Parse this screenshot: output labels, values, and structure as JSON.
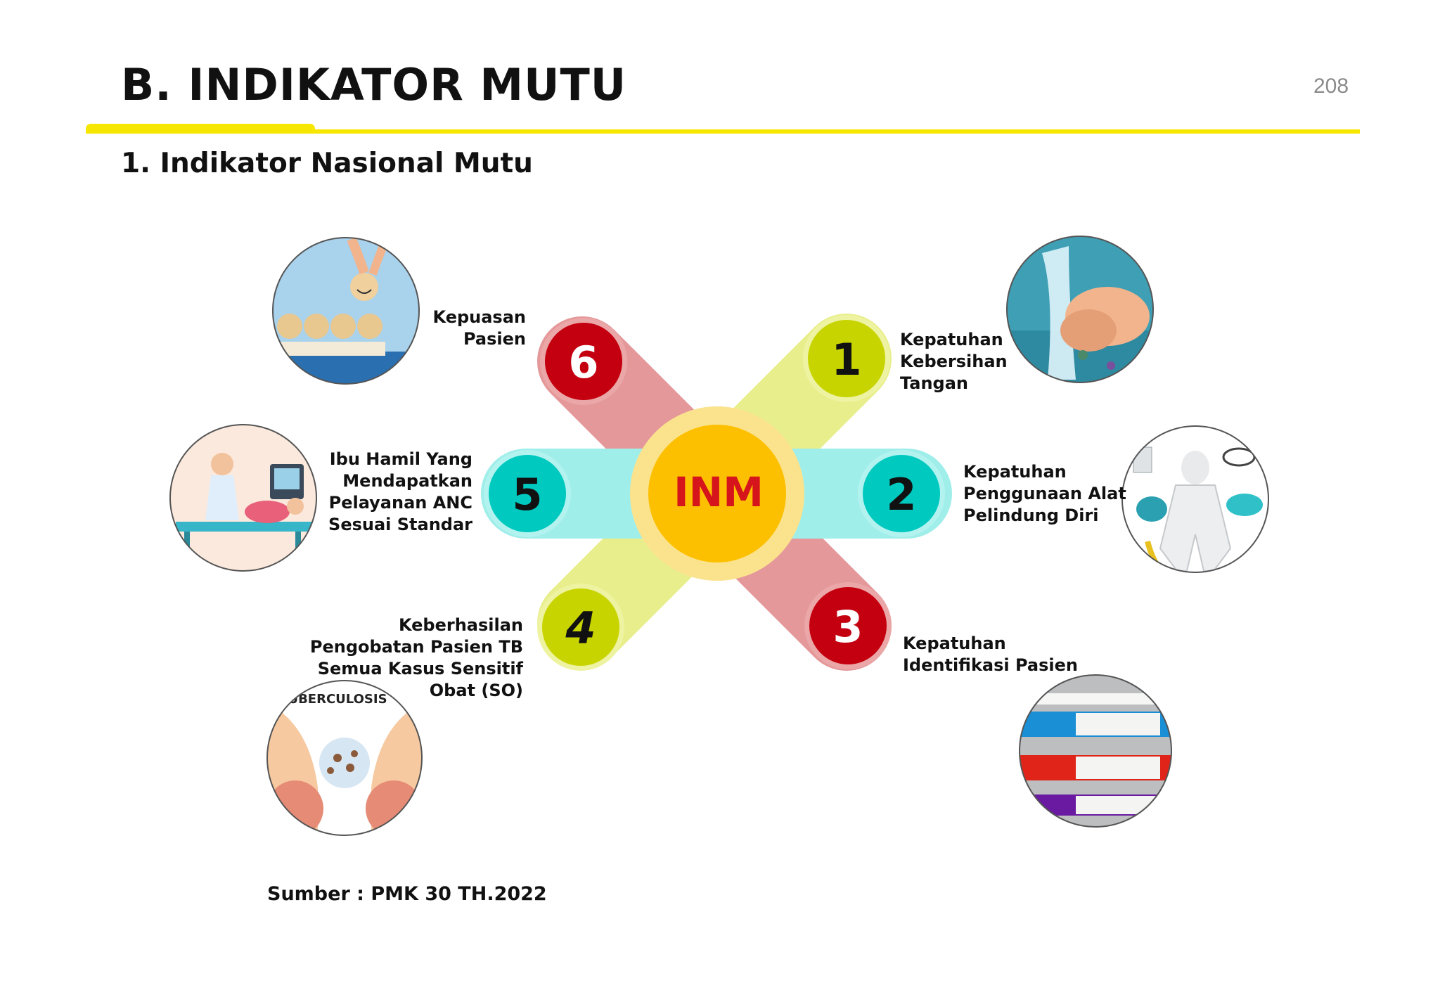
{
  "header": {
    "title": "B. INDIKATOR MUTU",
    "page_number": "208",
    "subtitle": "1. Indikator Nasional Mutu"
  },
  "center": {
    "label": "INM"
  },
  "indicators": [
    {
      "number": "1",
      "color": "#c8d400",
      "lines": [
        "Kepatuhan",
        "Kebersihan",
        "Tangan"
      ]
    },
    {
      "number": "2",
      "color": "#00c9c0",
      "lines": [
        "Kepatuhan",
        "Penggunaan Alat",
        "Pelindung Diri"
      ]
    },
    {
      "number": "3",
      "color": "#c40010",
      "lines": [
        "Kepatuhan",
        "Identifikasi Pasien"
      ]
    },
    {
      "number": "4",
      "color": "#c8d400",
      "lines": [
        "Keberhasilan",
        "Pengobatan Pasien TB",
        "Semua Kasus Sensitif",
        "Obat (SO)"
      ]
    },
    {
      "number": "5",
      "color": "#00c9c0",
      "lines": [
        "Ibu Hamil Yang",
        "Mendapatkan",
        "Pelayanan ANC",
        "Sesuai Standar"
      ]
    },
    {
      "number": "6",
      "color": "#c40010",
      "lines": [
        "Kepuasan",
        "Pasien"
      ]
    }
  ],
  "photos": {
    "tuberculosis_text": "UBERCULOSIS"
  },
  "footer": {
    "source": "Sumber : PMK 30 TH.2022"
  }
}
